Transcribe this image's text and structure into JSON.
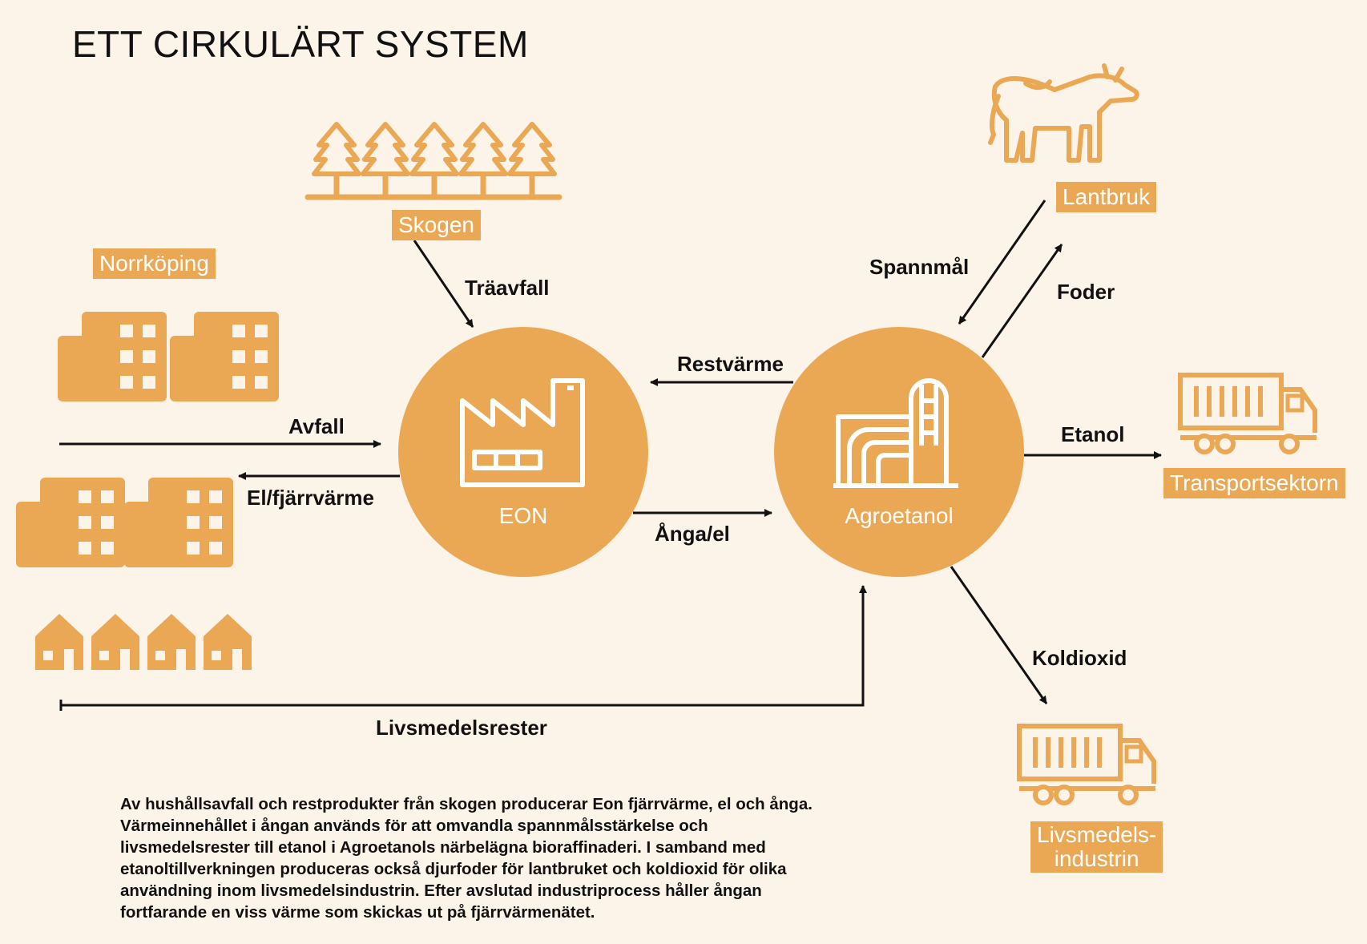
{
  "title": "ETT CIRKULÄRT SYSTEM",
  "colors": {
    "accent": "#eba854",
    "background": "#fdf4e9",
    "arrow": "#111111"
  },
  "nodes": {
    "skogen": "Skogen",
    "norrkoping": "Norrköping",
    "lantbruk": "Lantbruk",
    "transportsektorn": "Transportsektorn",
    "livsmedelsindustrin_line1": "Livsmedels-",
    "livsmedelsindustrin_line2": "industrin",
    "eon": "EON",
    "agroetanol": "Agroetanol"
  },
  "flows": {
    "traavfall": "Träavfall",
    "avfall": "Avfall",
    "el_fjarrvarme": "El/fjärrvärme",
    "restvarme": "Restvärme",
    "anga_el": "Ånga/el",
    "spannmal": "Spannmål",
    "foder": "Foder",
    "etanol": "Etanol",
    "koldioxid": "Koldioxid",
    "livsmedelsrester": "Livsmedelsrester"
  },
  "icons": [
    "tree-icon",
    "building-icon",
    "house-icon",
    "factory-icon",
    "refinery-icon",
    "cow-icon",
    "truck-icon"
  ],
  "description": "Av hushållsavfall och restprodukter från skogen producerar Eon fjärrvärme, el och ånga. Värmeinnehållet i ångan används för att omvandla spannmålsstärkelse och livsmedelsrester till etanol i Agroetanols närbelägna bioraffinaderi. I samband med etanoltillverkningen produceras också djurfoder för lantbruket och koldioxid för olika användning inom livsmedelsindustrin. Efter avslutad industriprocess håller ångan fortfarande en viss värme som skickas ut på fjärrvärmenätet."
}
